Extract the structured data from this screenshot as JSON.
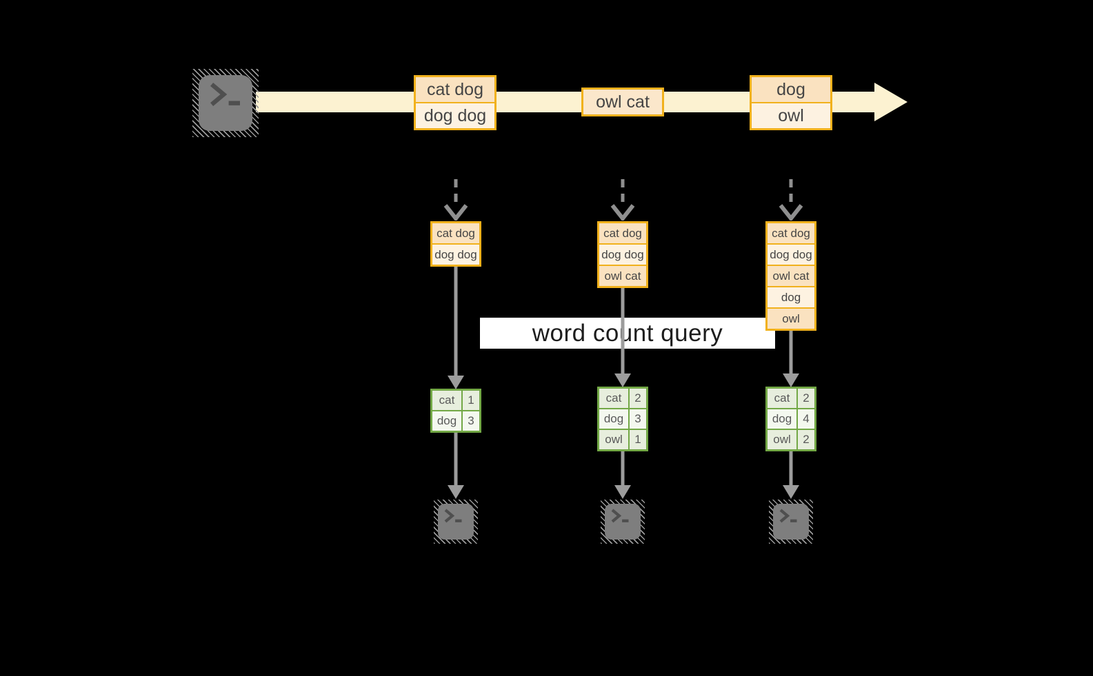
{
  "query": {
    "label": "word count query"
  },
  "stream": {
    "messages": [
      {
        "lines": [
          "cat dog",
          "dog dog"
        ]
      },
      {
        "lines": [
          "owl cat"
        ]
      },
      {
        "lines": [
          "dog",
          "owl"
        ]
      }
    ]
  },
  "columns": [
    {
      "buffer": [
        "cat dog",
        "dog dog"
      ],
      "counts": [
        {
          "word": "cat",
          "count": 1
        },
        {
          "word": "dog",
          "count": 3
        }
      ]
    },
    {
      "buffer": [
        "cat dog",
        "dog dog",
        "owl cat"
      ],
      "counts": [
        {
          "word": "cat",
          "count": 2
        },
        {
          "word": "dog",
          "count": 3
        },
        {
          "word": "owl",
          "count": 1
        }
      ]
    },
    {
      "buffer": [
        "cat dog",
        "dog dog",
        "owl cat",
        "dog",
        "owl"
      ],
      "counts": [
        {
          "word": "cat",
          "count": 2
        },
        {
          "word": "dog",
          "count": 4
        },
        {
          "word": "owl",
          "count": 2
        }
      ]
    }
  ],
  "colors": {
    "accent_orange": "#f1b11c",
    "fill_peach": "#fae2c0",
    "fill_cream": "#fdf2e1",
    "stream_yellow": "#fcf2d1",
    "accent_green": "#73a846",
    "fill_green_light": "#e7eedd",
    "fill_green_pale": "#f4f8ef",
    "arrow_gray": "#9c9c9c",
    "terminal_gray": "#7e7e7e",
    "background": "#000000"
  }
}
